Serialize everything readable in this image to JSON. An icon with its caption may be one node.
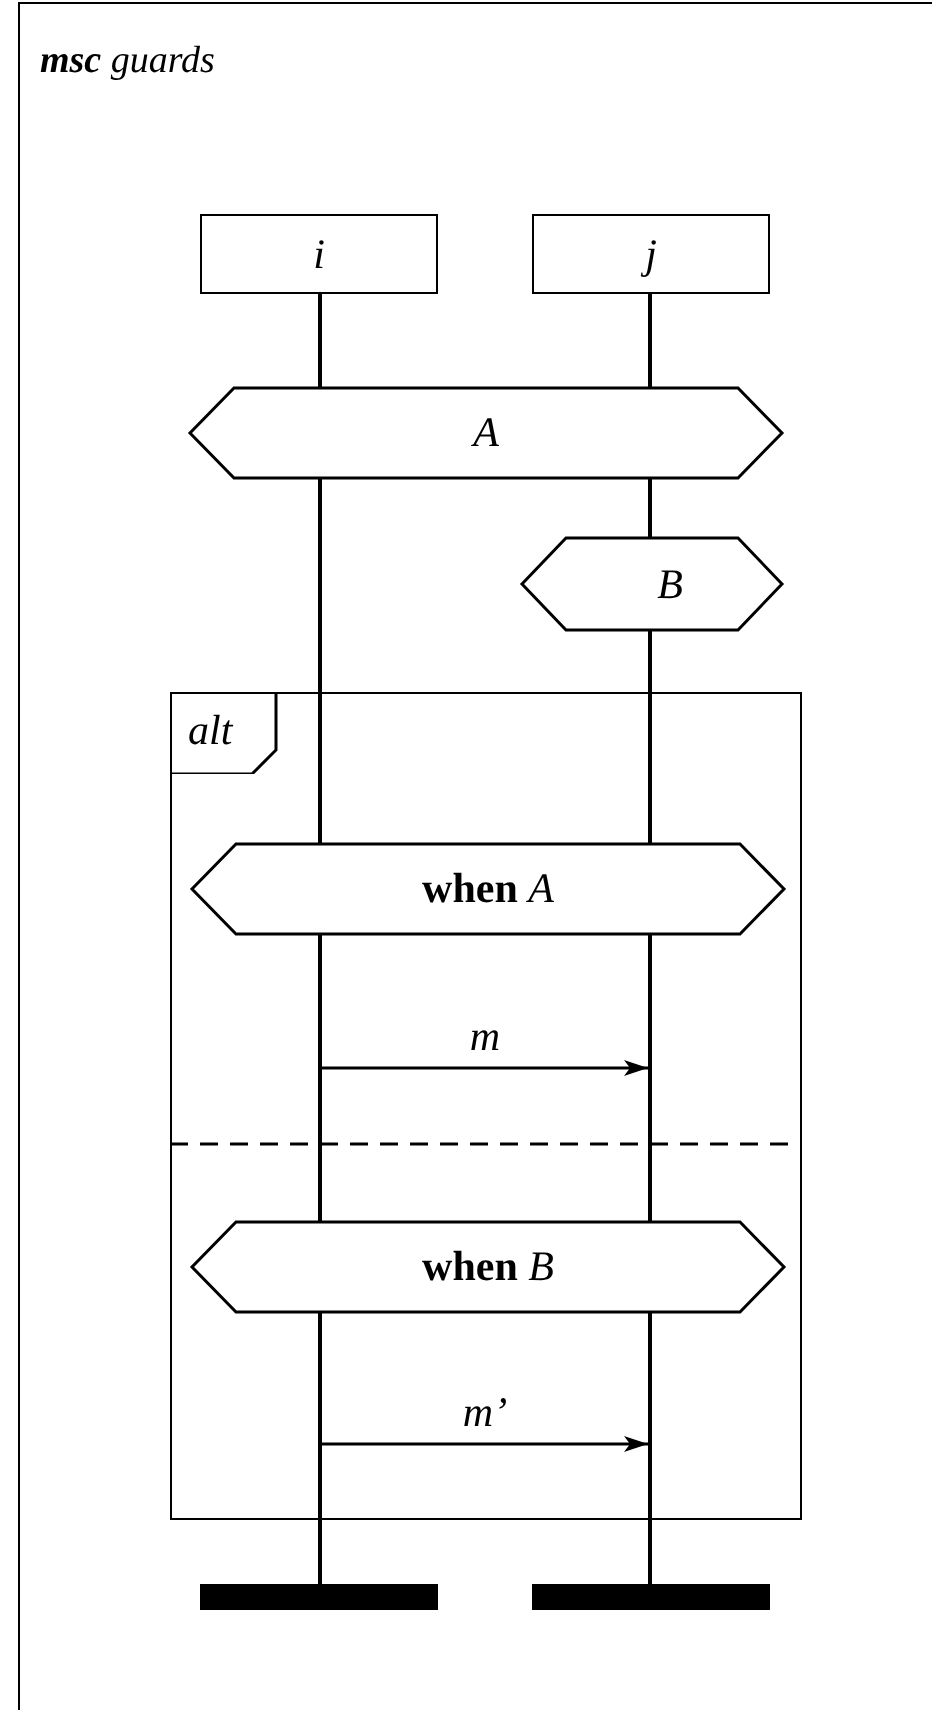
{
  "diagram": {
    "title": "**msc** guards",
    "nodes": [
      {
        "text": [
          "i"
        ]
      },
      {
        "text": [
          "j"
        ]
      },
      {
        "text": [
          "A"
        ]
      },
      {
        "text": [
          "B"
        ]
      },
      {
        "text": [
          "alt"
        ]
      },
      {
        "text": [
          "**when** *A*"
        ],
        "in": 4
      },
      {
        "text": [
          "**when** *B*"
        ],
        "in": 4
      },
      {
        "text": [],
        "shape": "bar"
      },
      {
        "text": [],
        "shape": "bar"
      },
      {
        "text": [],
        "shape": "line"
      },
      {
        "text": [],
        "shape": "line"
      }
    ],
    "edges": [
      {
        "from": 9,
        "to": 10,
        "arrow": "to",
        "label": "m"
      },
      {
        "from": 9,
        "to": 10,
        "arrow": "to",
        "label": "m’"
      }
    ]
  }
}
